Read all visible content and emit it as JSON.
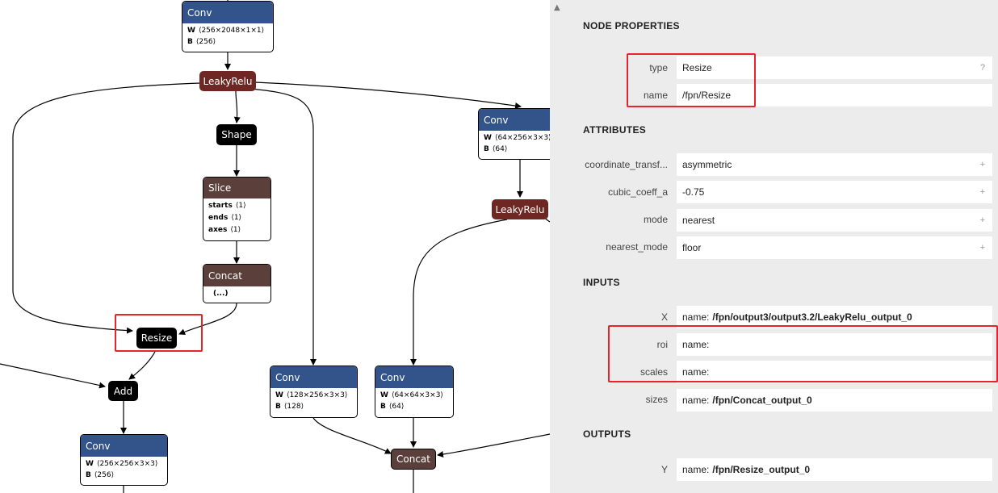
{
  "graph": {
    "conv_top": {
      "title": "Conv",
      "w": "⟨256×2048×1×1⟩",
      "b": "⟨256⟩"
    },
    "leaky1": "LeakyRelu",
    "shape": "Shape",
    "slice": {
      "title": "Slice",
      "starts": "⟨1⟩",
      "ends": "⟨1⟩",
      "axes": "⟨1⟩"
    },
    "concat1": {
      "title": "Concat",
      "body": "(...)"
    },
    "resize": "Resize",
    "add": "Add",
    "conv_bottom": {
      "title": "Conv",
      "w": "⟨256×256×3×3⟩",
      "b": "⟨256⟩"
    },
    "conv_right": {
      "title": "Conv",
      "w": "⟨64×256×3×3⟩",
      "b": "⟨64⟩"
    },
    "leaky2": "LeakyRelu",
    "conv_mid": {
      "title": "Conv",
      "w": "⟨128×256×3×3⟩",
      "b": "⟨128⟩"
    },
    "conv_mid2": {
      "title": "Conv",
      "w": "⟨64×64×3×3⟩",
      "b": "⟨64⟩"
    },
    "concat2": "Concat",
    "labels": {
      "w": "W",
      "b": "B",
      "starts": "starts",
      "ends": "ends",
      "axes": "axes"
    }
  },
  "panel": {
    "node_properties": {
      "title": "NODE PROPERTIES",
      "rows": [
        {
          "label": "type",
          "value": "Resize",
          "toggle": "?"
        },
        {
          "label": "name",
          "value": "/fpn/Resize"
        }
      ]
    },
    "attributes": {
      "title": "ATTRIBUTES",
      "rows": [
        {
          "label": "coordinate_transf...",
          "value": "asymmetric",
          "toggle": "+"
        },
        {
          "label": "cubic_coeff_a",
          "value": "-0.75",
          "toggle": "+"
        },
        {
          "label": "mode",
          "value": "nearest",
          "toggle": "+"
        },
        {
          "label": "nearest_mode",
          "value": "floor",
          "toggle": "+"
        }
      ]
    },
    "inputs": {
      "title": "INPUTS",
      "rows": [
        {
          "label": "X",
          "prefix": "name:",
          "value": "/fpn/output3/output3.2/LeakyRelu_output_0"
        },
        {
          "label": "roi",
          "prefix": "name:",
          "value": ""
        },
        {
          "label": "scales",
          "prefix": "name:",
          "value": ""
        },
        {
          "label": "sizes",
          "prefix": "name:",
          "value": "/fpn/Concat_output_0"
        }
      ]
    },
    "outputs": {
      "title": "OUTPUTS",
      "rows": [
        {
          "label": "Y",
          "prefix": "name:",
          "value": "/fpn/Resize_output_0"
        }
      ]
    }
  },
  "colors": {
    "highlight": "#e8232b",
    "conv": "#33548a",
    "relu": "#6e2723",
    "panel_bg": "#ececec"
  }
}
